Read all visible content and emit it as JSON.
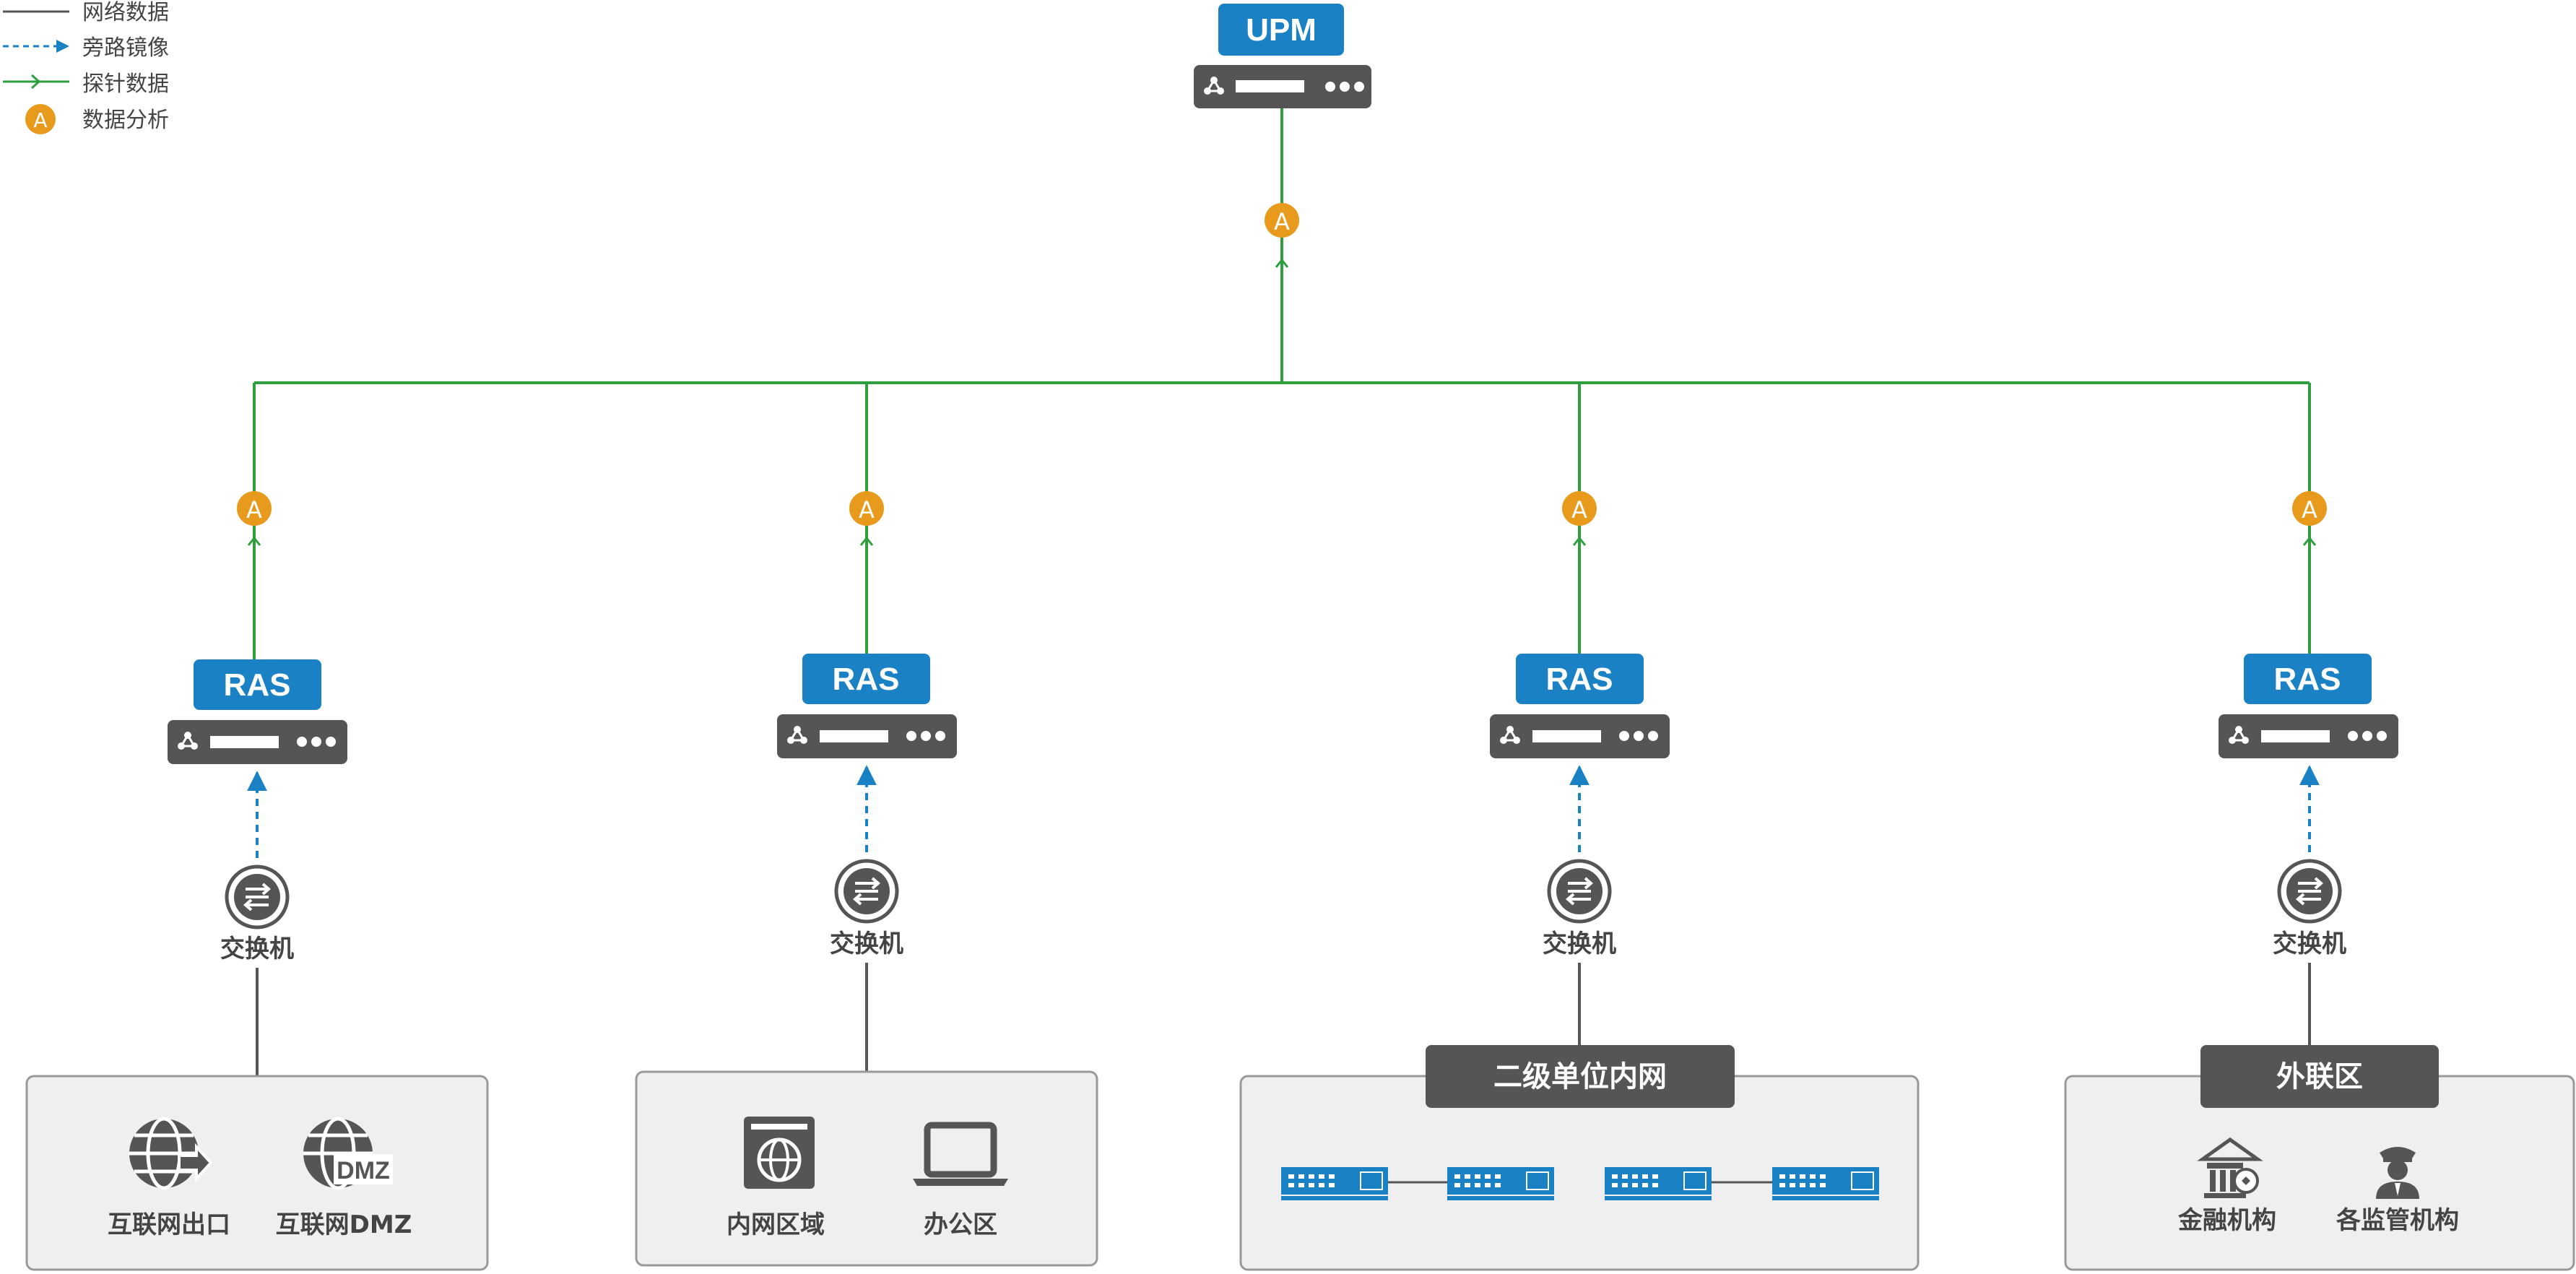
{
  "legend": [
    {
      "label": "网络数据",
      "style": "solid-gray"
    },
    {
      "label": "旁路镜像",
      "style": "dashed-blue-arrow"
    },
    {
      "label": "探针数据",
      "style": "green-arrow"
    },
    {
      "label": "数据分析",
      "style": "orange-circle",
      "symbol": "A"
    }
  ],
  "colors": {
    "network": "#555555",
    "mirror": "#1a82c4",
    "probe": "#2e9e3e",
    "analysis": "#e89a1c",
    "device": "#555555",
    "badge": "#1a82c4",
    "zone_fill": "#efefef",
    "zone_border": "#999999",
    "zone_header": "#555555"
  },
  "upm": {
    "label": "UPM",
    "analysis_symbol": "A"
  },
  "branches": [
    {
      "ras_label": "RAS",
      "analysis_symbol": "A",
      "switch_label": "交换机",
      "zone": {
        "header": "",
        "items": [
          {
            "label": "互联网出口",
            "icon": "globe-exit-icon"
          },
          {
            "label": "互联网DMZ",
            "icon": "globe-dmz-icon",
            "icon_text": "DMZ"
          }
        ]
      }
    },
    {
      "ras_label": "RAS",
      "analysis_symbol": "A",
      "switch_label": "交换机",
      "zone": {
        "header": "",
        "items": [
          {
            "label": "内网区域",
            "icon": "browser-globe-icon"
          },
          {
            "label": "办公区",
            "icon": "laptop-icon"
          }
        ]
      }
    },
    {
      "ras_label": "RAS",
      "analysis_symbol": "A",
      "switch_label": "交换机",
      "zone": {
        "header": "二级单位内网",
        "items": [],
        "devices": [
          "switch-rack-icon",
          "switch-rack-icon",
          "switch-rack-icon",
          "switch-rack-icon"
        ]
      }
    },
    {
      "ras_label": "RAS",
      "analysis_symbol": "A",
      "switch_label": "交换机",
      "zone": {
        "header": "外联区",
        "items": [
          {
            "label": "金融机构",
            "icon": "bank-icon"
          },
          {
            "label": "各监管机构",
            "icon": "officer-icon"
          }
        ]
      }
    }
  ]
}
